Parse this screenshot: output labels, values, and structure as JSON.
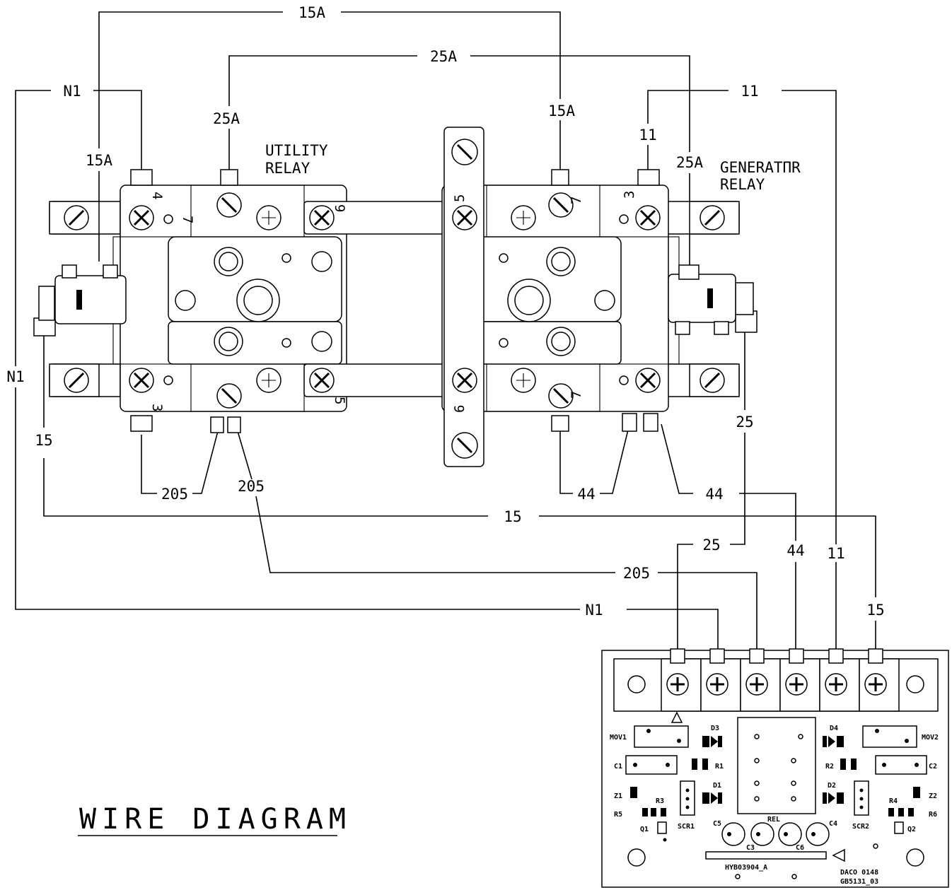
{
  "title": "WIRE DIAGRAM",
  "relays": {
    "utility": [
      "UTILITY",
      "RELAY"
    ],
    "generator": [
      "GENERATΠR",
      "RELAY"
    ]
  },
  "wire_labels": {
    "w15a_top": "15A",
    "w25a_top": "25A",
    "n1_top": "N1",
    "w11_top": "11",
    "w25a_left": "25A",
    "w15a_left": "15A",
    "w15a_right": "15A",
    "w11_right": "11",
    "w25a_right": "25A",
    "n1_left": "N1",
    "w15_left": "15",
    "w205_a": "205",
    "w205_b": "205",
    "w44_a": "44",
    "w44_b": "44",
    "w25_right": "25",
    "w15_mid": "15",
    "w25_low": "25",
    "w205_low": "205",
    "w44_low": "44",
    "w11_low": "11",
    "n1_low": "N1",
    "w15_low": "15"
  },
  "terminal_numbers": {
    "u_top_left": "4",
    "u_top_mid": "7",
    "u_top_right": "9",
    "u_bot_left": "3",
    "u_bot_right": "5",
    "g_top_left": "5",
    "g_top_mid": "7",
    "g_top_right": "3",
    "g_bot_left": "6",
    "g_bot_mid": "7"
  },
  "pcb": {
    "components": {
      "mov1": "MOV1",
      "mov2": "MOV2",
      "c1": "C1",
      "c2": "C2",
      "d1": "D1",
      "d2": "D2",
      "d3": "D3",
      "d4": "D4",
      "r1": "R1",
      "r2": "R2",
      "r3": "R3",
      "r4": "R4",
      "r5": "R5",
      "r6": "R6",
      "z1": "Z1",
      "z2": "Z2",
      "q1": "Q1",
      "q2": "Q2",
      "scr1": "SCR1",
      "scr2": "SCR2",
      "rel": "REL",
      "c3": "C3",
      "c4": "C4",
      "c5": "C5",
      "c6": "C6"
    },
    "part_number": "HYB03904_A",
    "stamp_line1": "DACO 0148",
    "stamp_line2": "GB5131_03"
  }
}
